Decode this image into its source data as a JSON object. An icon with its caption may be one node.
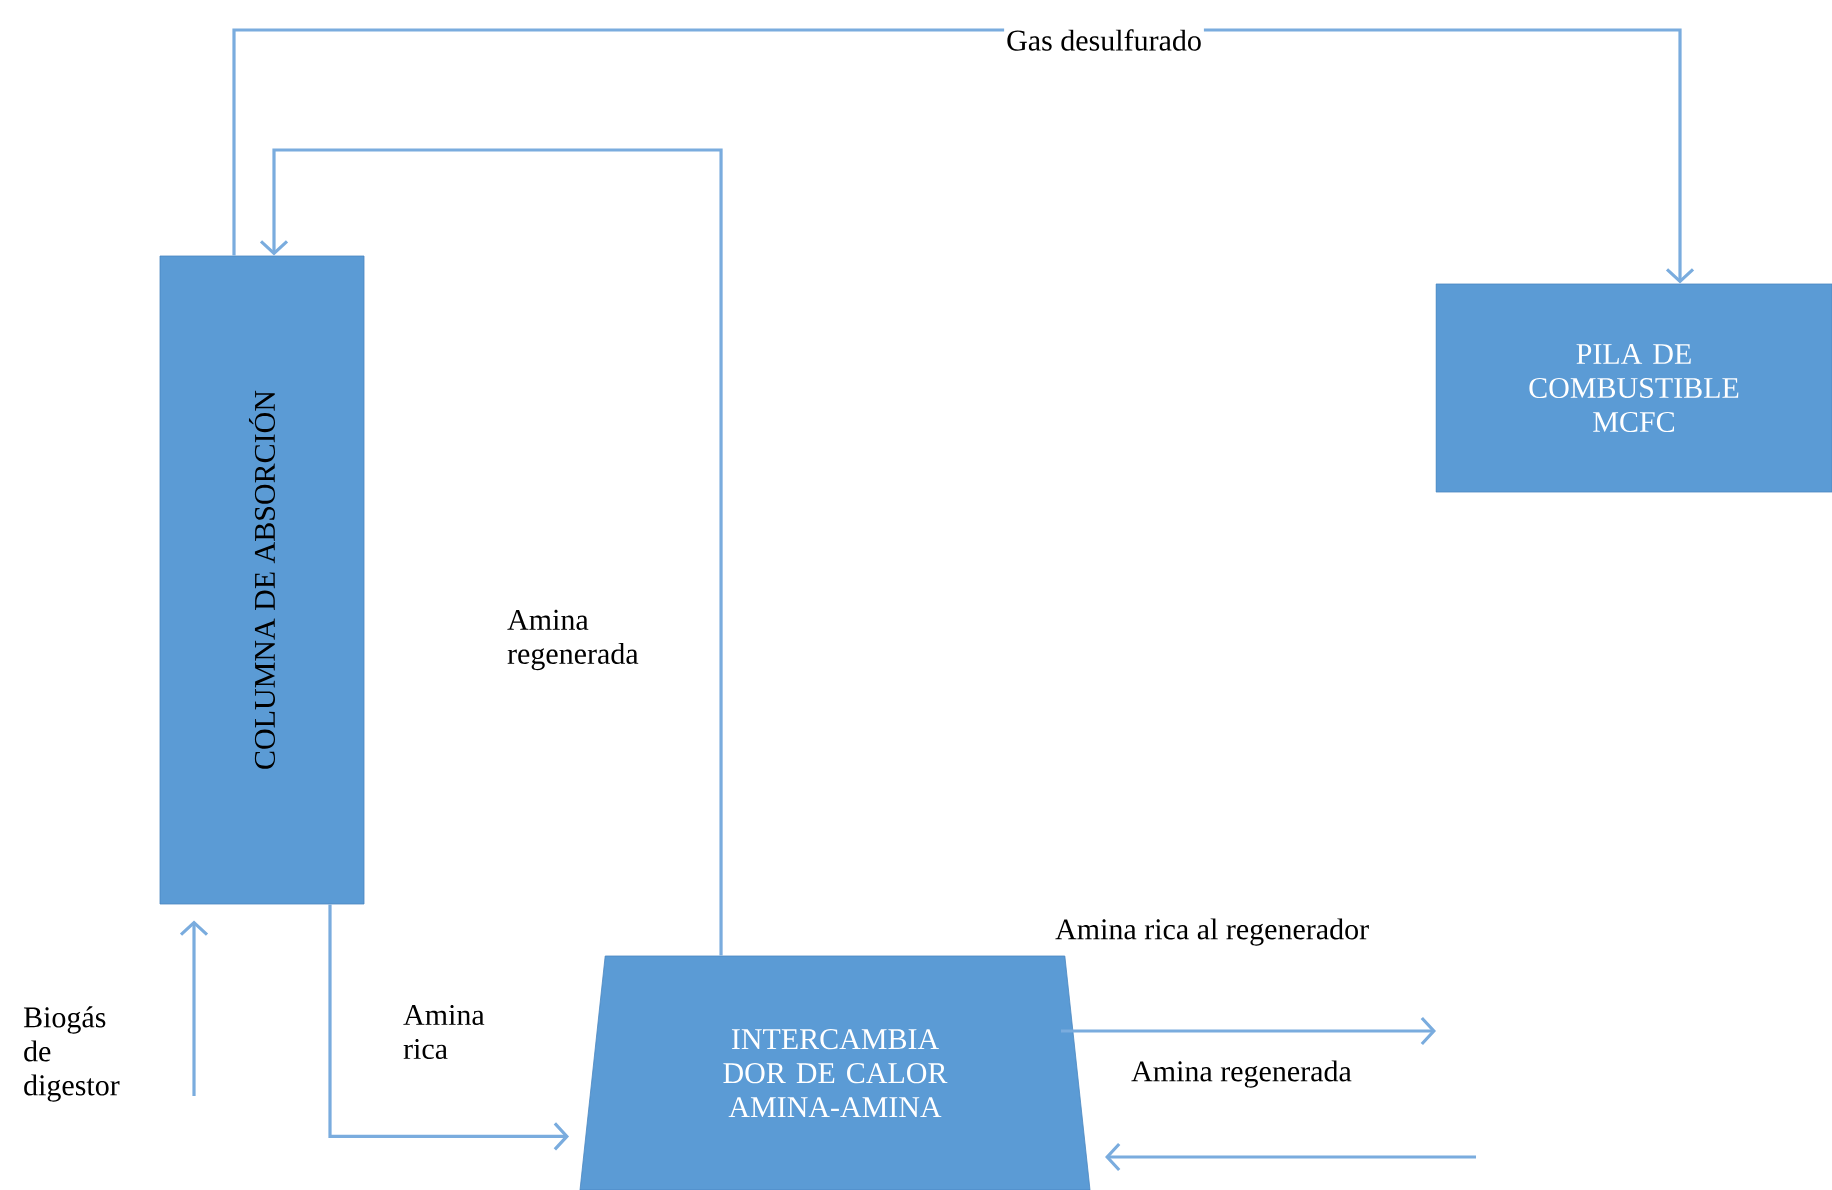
{
  "diagram": {
    "nodes": [
      {
        "text": [
          "COLUMNA DE ABSORCIÓN"
        ]
      },
      {
        "text": [
          "PILA DE COMBUSTIBLE MCFC"
        ]
      },
      {
        "text": [
          "INTERCAMBIA DOR DE CALOR AMINA-AMINA"
        ]
      }
    ],
    "edges": [
      {
        "from": 0,
        "to": 1,
        "arrow": "to",
        "label": "Gas desulfurado"
      },
      {
        "from": 2,
        "to": 0,
        "arrow": "to",
        "label": "Amina regenerada"
      },
      {
        "from": 0,
        "to": 2,
        "arrow": "to",
        "label": "Amina rica"
      },
      {
        "from": null,
        "to": 0,
        "arrow": "to",
        "label": "Biogás de digestor"
      },
      {
        "from": 2,
        "to": null,
        "arrow": "to",
        "label": "Amina rica al regenerador"
      },
      {
        "from": null,
        "to": 2,
        "arrow": "to",
        "label": "Amina regenerada"
      }
    ]
  }
}
